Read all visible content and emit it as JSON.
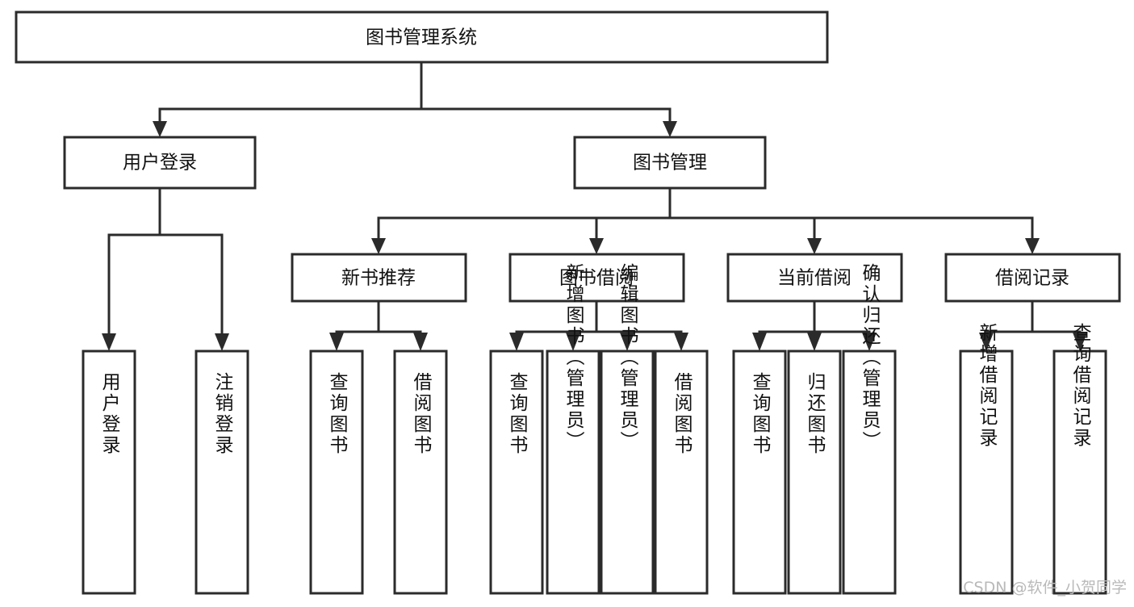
{
  "diagram": {
    "type": "hierarchy-tree",
    "title": "图书管理系统",
    "orientation": "top-down",
    "colors": {
      "box_stroke": "#2b2b2b",
      "box_fill": "#ffffff",
      "text": "#111111",
      "watermark": "#b9b9b9",
      "background": "#ffffff"
    },
    "levels": [
      {
        "level": 1,
        "nodes": [
          {
            "id": "root",
            "label": "图书管理系统",
            "orientation": "horizontal"
          }
        ]
      },
      {
        "level": 2,
        "nodes": [
          {
            "id": "login",
            "label": "用户登录",
            "orientation": "horizontal",
            "parent": "root"
          },
          {
            "id": "bookmgmt",
            "label": "图书管理",
            "orientation": "horizontal",
            "parent": "root"
          }
        ]
      },
      {
        "level": 3,
        "nodes": [
          {
            "id": "newbook",
            "label": "新书推荐",
            "orientation": "horizontal",
            "parent": "bookmgmt"
          },
          {
            "id": "borrow",
            "label": "图书借阅",
            "orientation": "horizontal",
            "parent": "bookmgmt"
          },
          {
            "id": "current",
            "label": "当前借阅",
            "orientation": "horizontal",
            "parent": "bookmgmt"
          },
          {
            "id": "records",
            "label": "借阅记录",
            "orientation": "horizontal",
            "parent": "bookmgmt"
          }
        ]
      },
      {
        "level": 4,
        "nodes": [
          {
            "id": "leaf-user-login",
            "label": "用户登录",
            "orientation": "vertical",
            "parent": "login"
          },
          {
            "id": "leaf-user-logout",
            "label": "注销登录",
            "orientation": "vertical",
            "parent": "login"
          },
          {
            "id": "leaf-new-query",
            "label": "查询图书",
            "orientation": "vertical",
            "parent": "newbook"
          },
          {
            "id": "leaf-new-borrow",
            "label": "借阅图书",
            "orientation": "vertical",
            "parent": "newbook"
          },
          {
            "id": "leaf-borrow-query",
            "label": "查询图书",
            "orientation": "vertical",
            "parent": "borrow"
          },
          {
            "id": "leaf-borrow-add",
            "label": "新增图书（管理员）",
            "orientation": "vertical",
            "parent": "borrow"
          },
          {
            "id": "leaf-borrow-edit",
            "label": "编辑图书（管理员）",
            "orientation": "vertical",
            "parent": "borrow"
          },
          {
            "id": "leaf-borrow-lend",
            "label": "借阅图书",
            "orientation": "vertical",
            "parent": "borrow"
          },
          {
            "id": "leaf-current-query",
            "label": "查询图书",
            "orientation": "vertical",
            "parent": "current"
          },
          {
            "id": "leaf-current-return",
            "label": "归还图书",
            "orientation": "vertical",
            "parent": "current"
          },
          {
            "id": "leaf-current-confirm",
            "label": "确认归还（管理员）",
            "orientation": "vertical",
            "parent": "current"
          },
          {
            "id": "leaf-record-add",
            "label": "新增借阅记录",
            "orientation": "vertical",
            "parent": "records"
          },
          {
            "id": "leaf-record-query",
            "label": "查询借阅记录",
            "orientation": "vertical",
            "parent": "records"
          }
        ]
      }
    ]
  },
  "watermark": {
    "text": "CSDN @软件_小贺同学"
  }
}
